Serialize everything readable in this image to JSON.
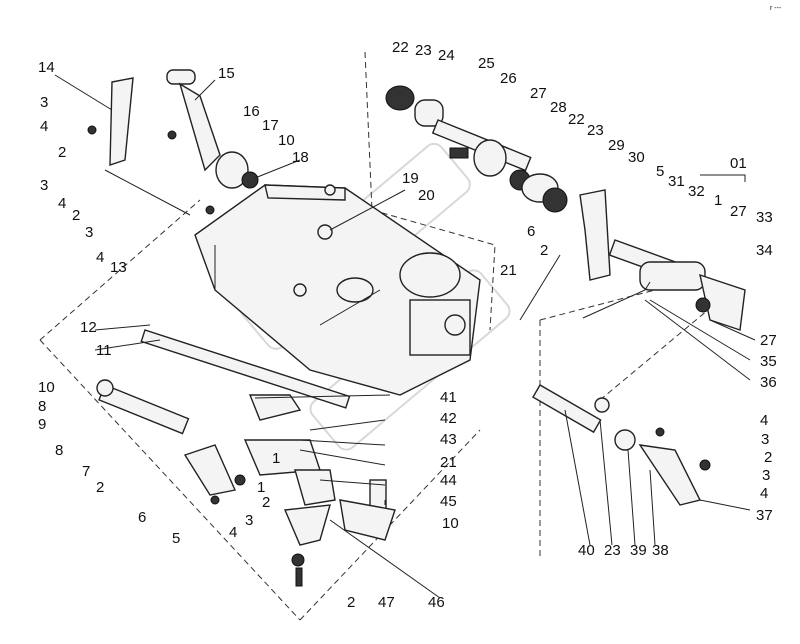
{
  "page_mark": "r ---",
  "watermark": "ВЕЗЭРБ",
  "callouts": [
    "01",
    "1",
    "1",
    "1",
    "2",
    "2",
    "2",
    "2",
    "2",
    "2",
    "2",
    "3",
    "3",
    "3",
    "3",
    "3",
    "3",
    "4",
    "4",
    "4",
    "4",
    "4",
    "4",
    "5",
    "5",
    "6",
    "6",
    "7",
    "8",
    "8",
    "9",
    "10",
    "10",
    "10",
    "11",
    "12",
    "13",
    "14",
    "15",
    "16",
    "17",
    "18",
    "19",
    "20",
    "21",
    "21",
    "22",
    "22",
    "23",
    "23",
    "23",
    "24",
    "25",
    "26",
    "27",
    "27",
    "27",
    "28",
    "29",
    "30",
    "31",
    "32",
    "33",
    "34",
    "35",
    "36",
    "37",
    "38",
    "39",
    "40",
    "41",
    "42",
    "43",
    "44",
    "45",
    "46",
    "47"
  ],
  "colors": {
    "line": "#222222",
    "background": "#ffffff",
    "watermark": "#d8d8d8"
  }
}
